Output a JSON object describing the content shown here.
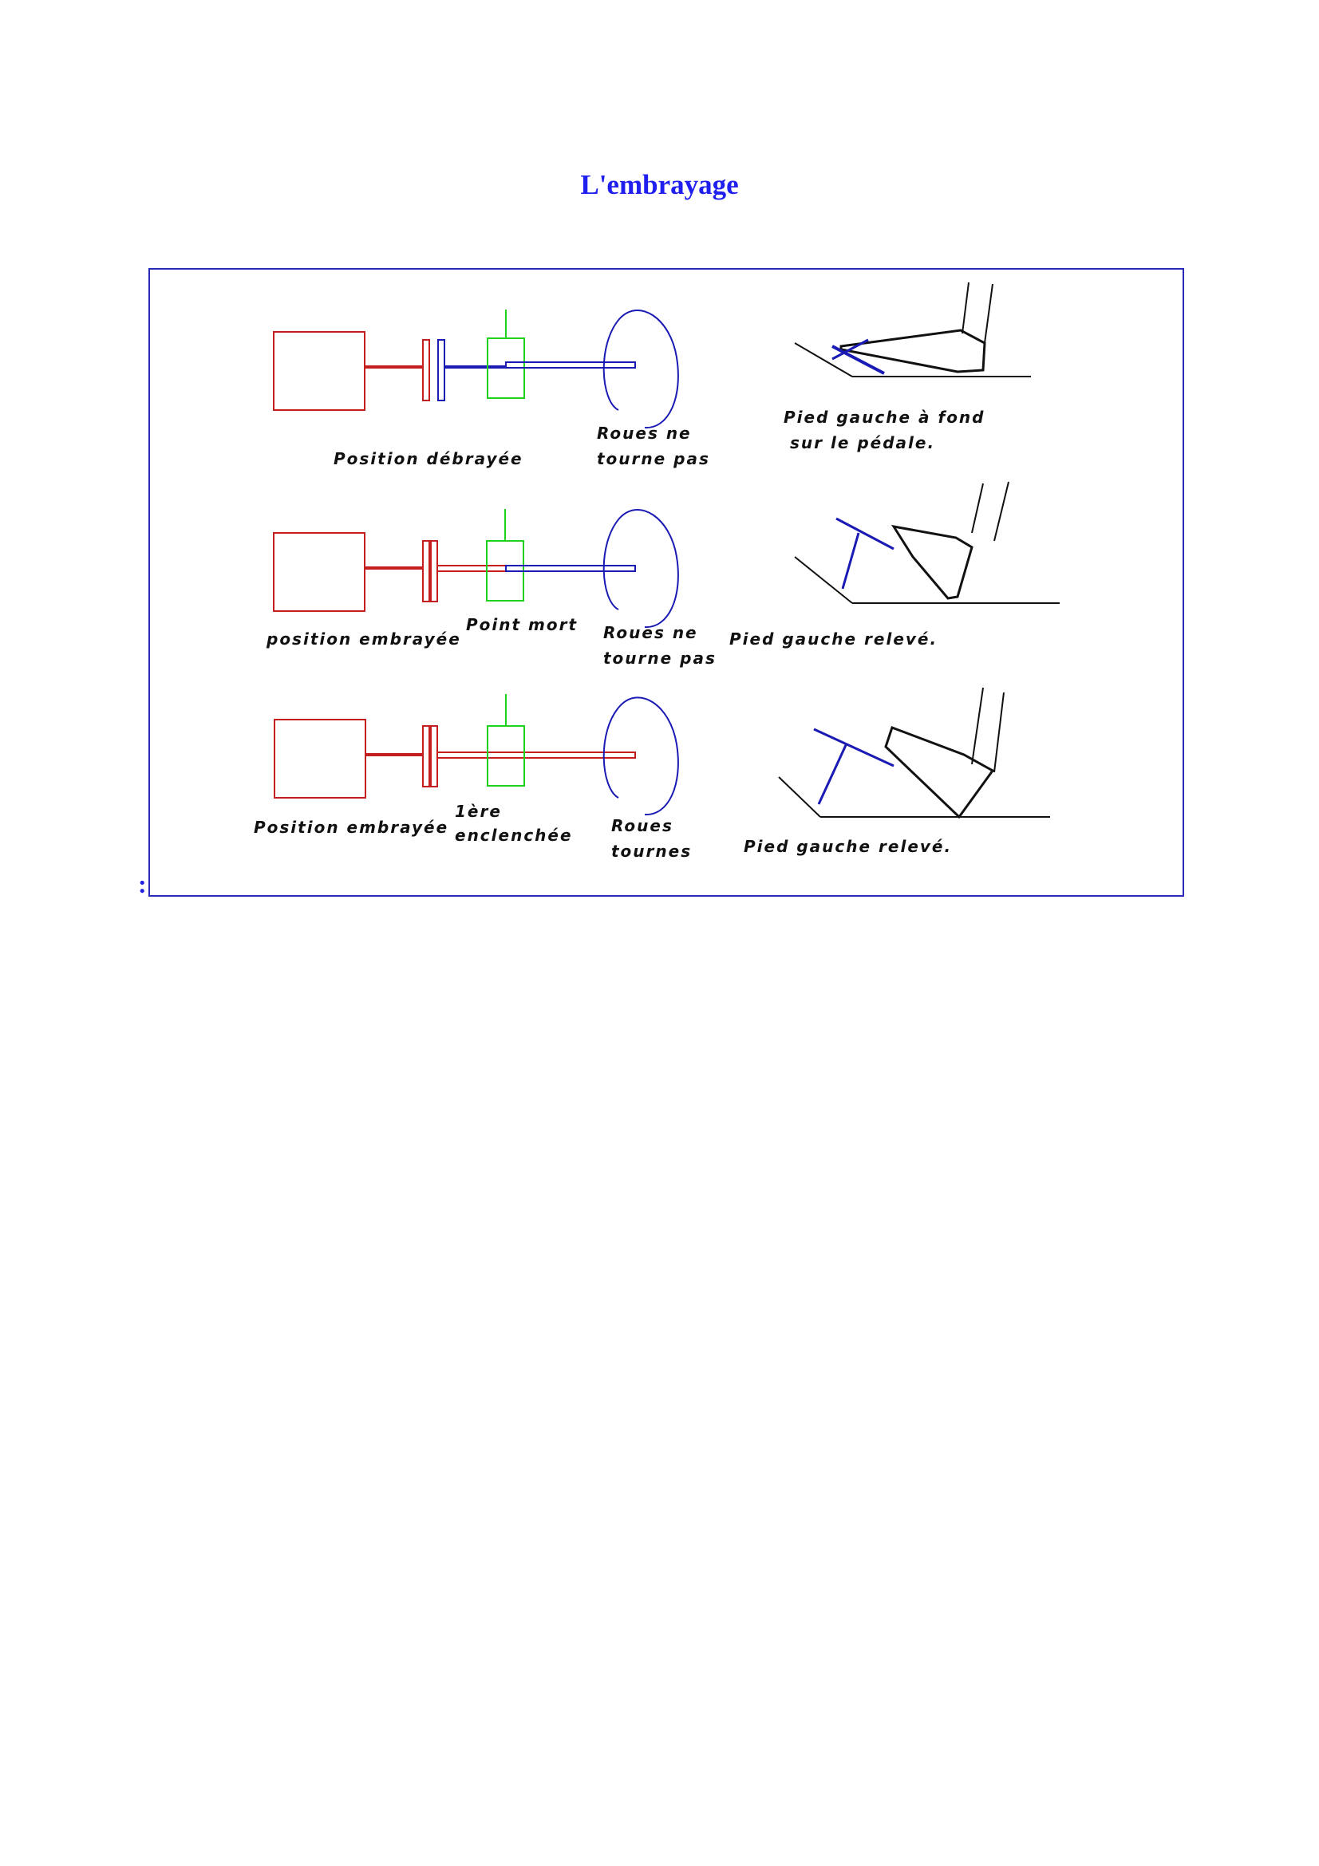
{
  "title": "L'embrayage",
  "colon_mark": ":",
  "colors": {
    "title": "#1f1ff0",
    "frame_border": "#2a2ab8",
    "engine": "#c41e1e",
    "clutch_disc": "#1a1ab4",
    "gearbox": "#1ed21e",
    "wheel": "#1a1ab4",
    "pedal": "#1a1ab4",
    "foot": "#111111"
  },
  "rows": [
    {
      "state_label": "Position débrayée",
      "gear_label": "",
      "wheel_label_line1": "Roues ne",
      "wheel_label_line2": "tourne pas",
      "foot_label_line1": "Pied gauche à fond",
      "foot_label_line2": "sur le pédale."
    },
    {
      "state_label": "position embrayée",
      "gear_label": "Point mort",
      "wheel_label_line1": "Roues ne",
      "wheel_label_line2": "tourne pas",
      "foot_label_line1": "Pied gauche relevé.",
      "foot_label_line2": ""
    },
    {
      "state_label": "Position embrayée",
      "gear_label_line1": "1ère",
      "gear_label_line2": "enclenchée",
      "wheel_label_line1": "Roues",
      "wheel_label_line2": "tournes",
      "foot_label_line1": "Pied gauche relevé.",
      "foot_label_line2": ""
    }
  ]
}
